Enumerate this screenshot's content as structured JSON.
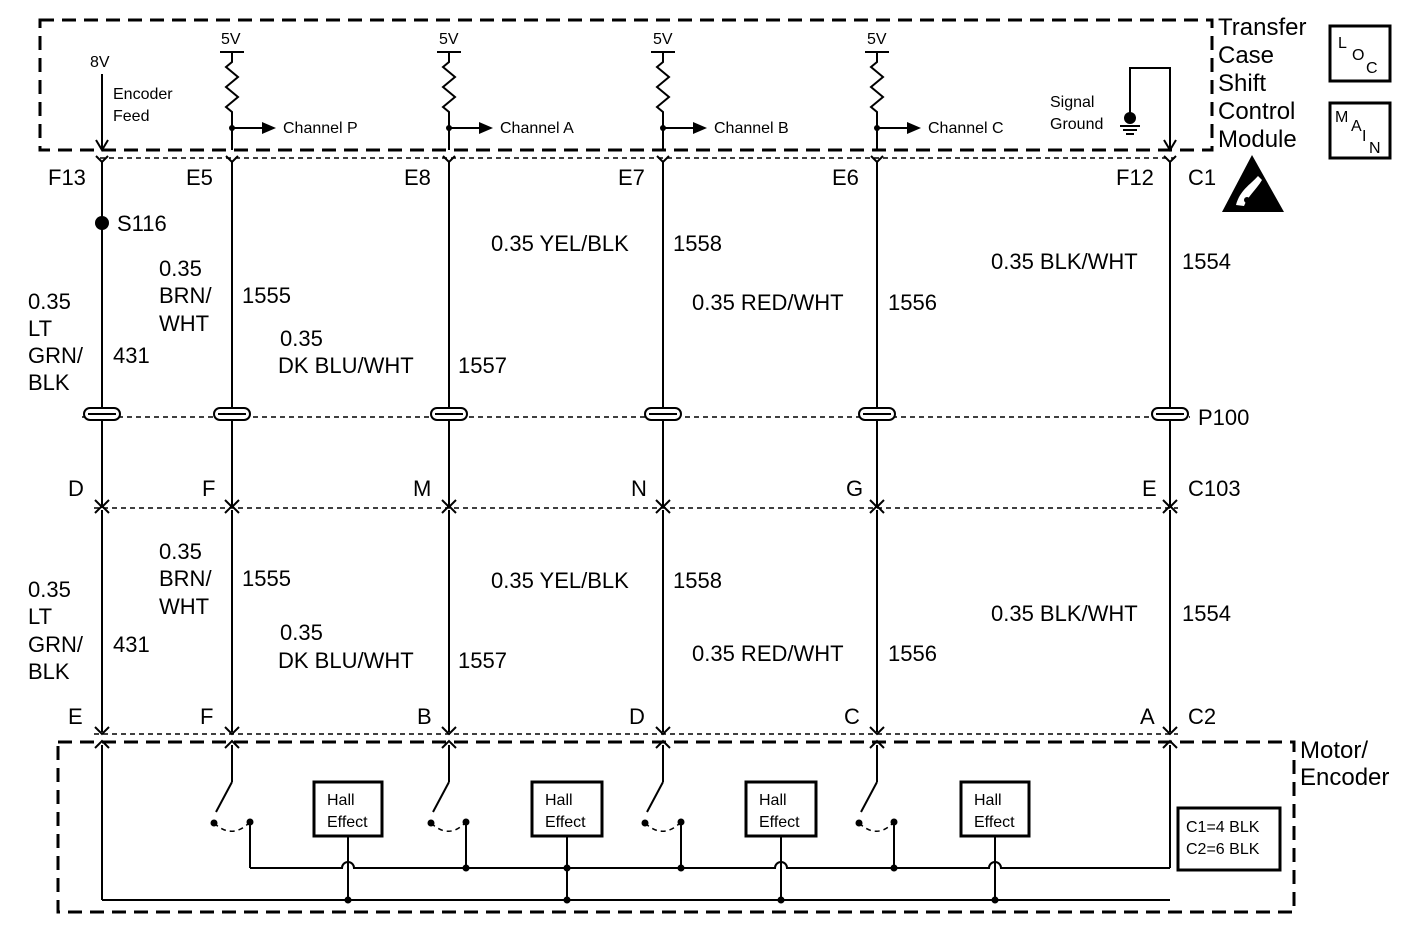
{
  "modules": {
    "tccm": {
      "title_lines": [
        "Transfer",
        "Case",
        "Shift",
        "Control",
        "Module"
      ]
    },
    "motor": {
      "title_lines": [
        "Motor/",
        "Encoder"
      ]
    }
  },
  "power": {
    "rail_8v": "8V",
    "encoder_feed_lines": [
      "Encoder",
      "Feed"
    ],
    "rail_5v": "5V",
    "signal_ground_lines": [
      "Signal",
      "Ground"
    ]
  },
  "channels": [
    "Channel P",
    "Channel A",
    "Channel B",
    "Channel C"
  ],
  "badges": {
    "loc": [
      "L",
      "O",
      "C"
    ],
    "main": [
      "M",
      "A",
      "I",
      "N"
    ],
    "esd": "esd-warning-icon"
  },
  "connectors": {
    "c1": "C1",
    "c1_pins": [
      "F13",
      "E5",
      "E8",
      "E7",
      "E6",
      "F12"
    ],
    "splice": "S116",
    "inline_p": "P100",
    "c103": "C103",
    "c103_pins": [
      "D",
      "F",
      "M",
      "N",
      "G",
      "E"
    ],
    "c2": "C2",
    "c2_pins": [
      "E",
      "F",
      "B",
      "D",
      "C",
      "A"
    ]
  },
  "wires": [
    {
      "label_lines": [
        "0.35",
        "LT",
        "GRN/",
        "BLK"
      ],
      "circuit": "431"
    },
    {
      "label_lines": [
        "0.35",
        "BRN/",
        "WHT"
      ],
      "circuit": "1555"
    },
    {
      "label_lines": [
        "0.35",
        "DK BLU/WHT"
      ],
      "circuit": "1557"
    },
    {
      "label_lines": [
        "0.35 YEL/BLK"
      ],
      "circuit": "1558"
    },
    {
      "label_lines": [
        "0.35 RED/WHT"
      ],
      "circuit": "1556"
    },
    {
      "label_lines": [
        "0.35 BLK/WHT"
      ],
      "circuit": "1554"
    }
  ],
  "hall_label_lines": [
    "Hall",
    "Effect"
  ],
  "connector_note_lines": [
    "C1=4 BLK",
    "C2=6 BLK"
  ]
}
